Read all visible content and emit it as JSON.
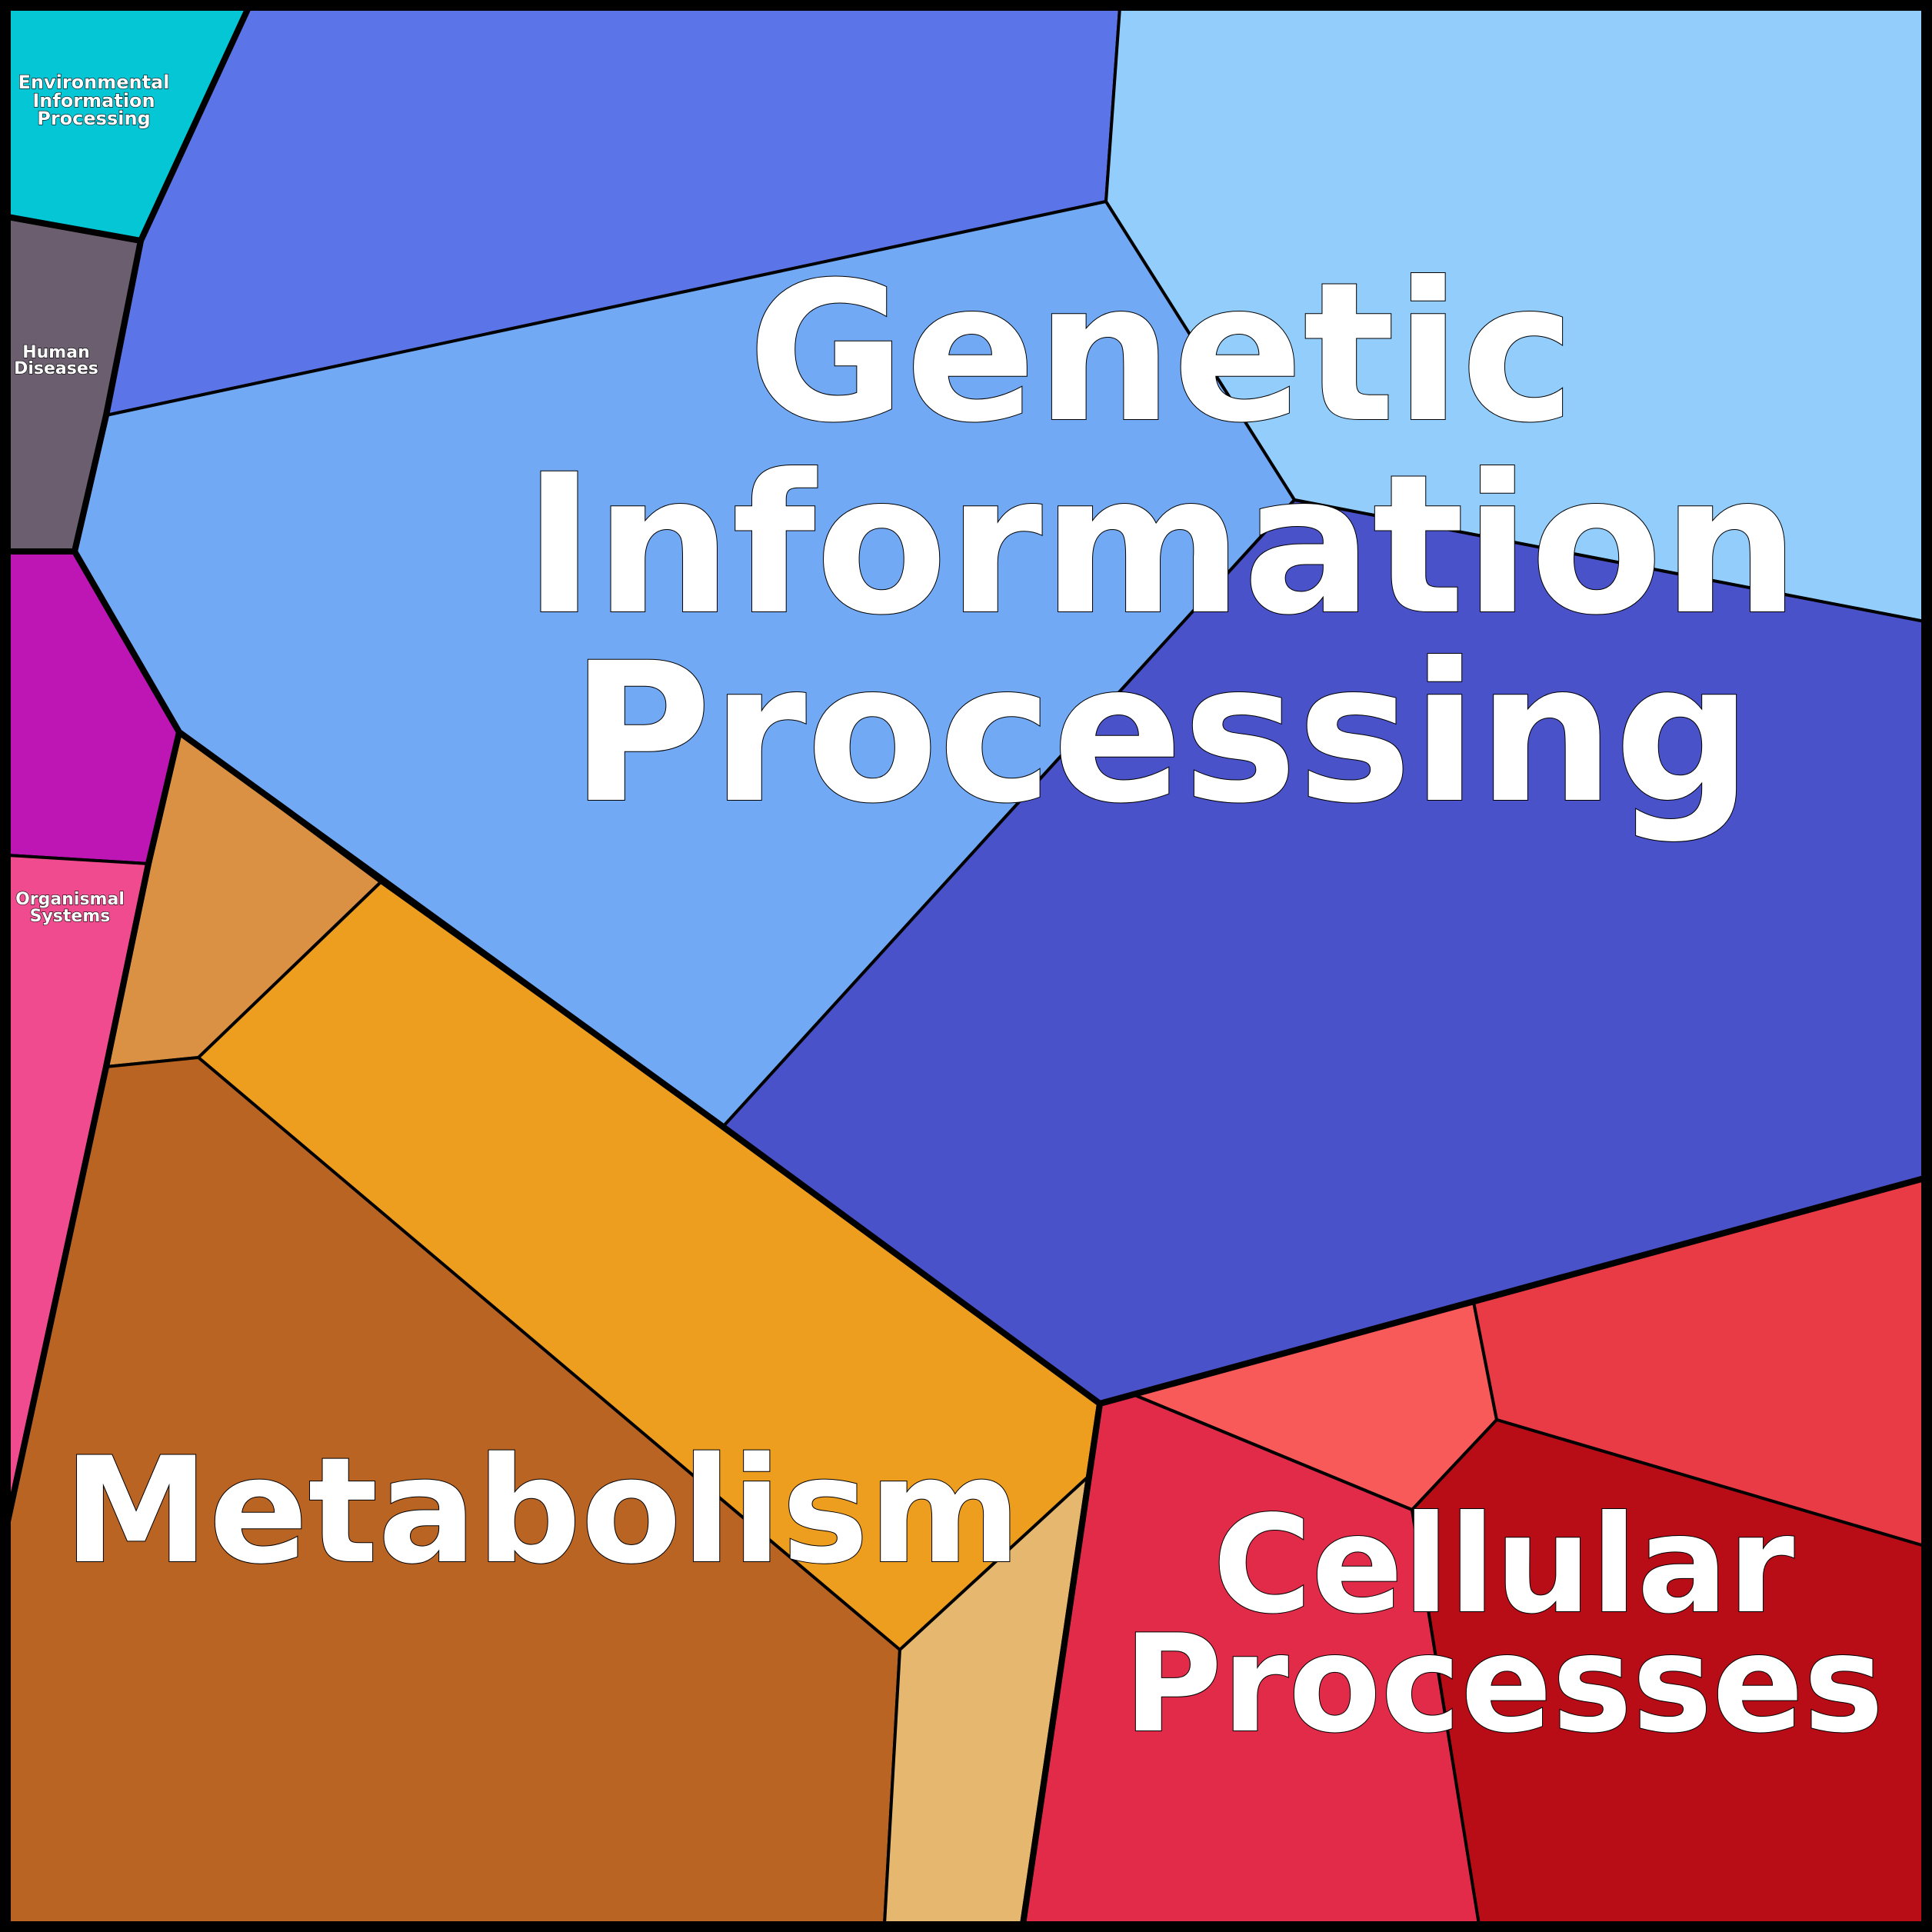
{
  "title": "Voronoi treemap of functional categories",
  "groups": [
    {
      "name": "Genetic Information Processing",
      "label_lines": [
        "Genetic",
        "Information",
        "Processing"
      ],
      "color": "#4a52c9",
      "cells": [
        {
          "color": "#5b75e8"
        },
        {
          "color": "#92cdfc"
        },
        {
          "color": "#72a9f4"
        },
        {
          "color": "#4a52c9"
        }
      ]
    },
    {
      "name": "Metabolism",
      "label_lines": [
        "Metabolism"
      ],
      "color": "#b96423",
      "cells": [
        {
          "color": "#da9143"
        },
        {
          "color": "#ee9e1e"
        },
        {
          "color": "#b96423"
        },
        {
          "color": "#e6b76e"
        }
      ]
    },
    {
      "name": "Cellular Processes",
      "label_lines": [
        "Cellular",
        "Processes"
      ],
      "color": "#b80d17",
      "cells": [
        {
          "color": "#f75a59"
        },
        {
          "color": "#e93b45"
        },
        {
          "color": "#e22b49"
        },
        {
          "color": "#b80d17"
        }
      ]
    },
    {
      "name": "Environmental Information Processing",
      "label_lines": [
        "Environmental",
        "Information",
        "Processing"
      ],
      "color": "#04c6d4",
      "cells": [
        {
          "color": "#04c6d4"
        }
      ]
    },
    {
      "name": "Human Diseases",
      "label_lines": [
        "Human",
        "Diseases"
      ],
      "color": "#6b5e6f",
      "cells": [
        {
          "color": "#6b5e6f"
        }
      ]
    },
    {
      "name": "Organismal Systems",
      "label_lines": [
        "Organismal",
        "Systems"
      ],
      "color": "#f04b8e",
      "cells": [
        {
          "color": "#bd16b4"
        },
        {
          "color": "#f04b8e"
        }
      ]
    }
  ]
}
